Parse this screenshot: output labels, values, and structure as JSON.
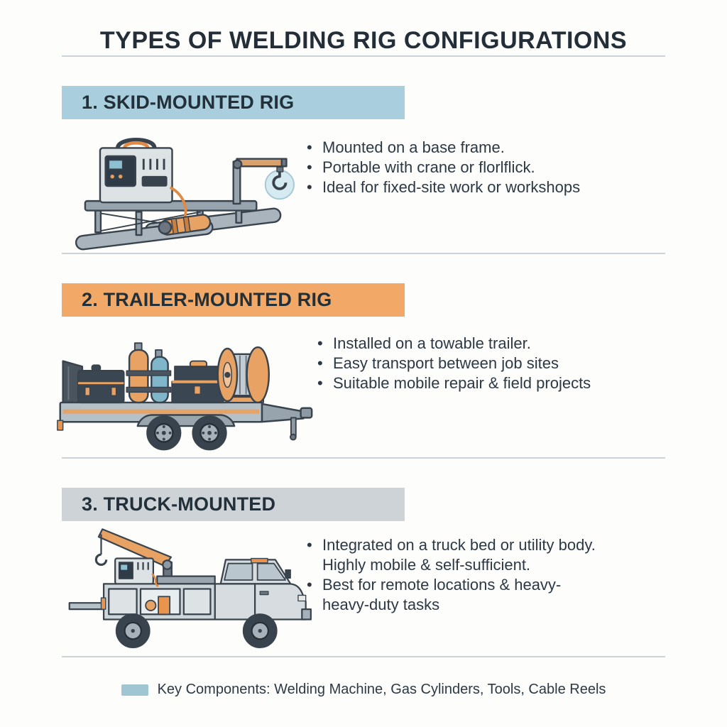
{
  "title": "TYPES OF WELDING RIG CONFIGURATIONS",
  "bullet_glyph": "•",
  "sections": [
    {
      "heading": "1. SKID-MOUNTED RIG",
      "illustration": "skid-mounted-rig",
      "accent_color": "#a9cedd",
      "bullets": [
        {
          "lines": [
            "Mounted on a base frame."
          ]
        },
        {
          "lines": [
            "Portable with crane or florlflick."
          ]
        },
        {
          "lines": [
            "Ideal for fixed-site work or workshops"
          ]
        }
      ]
    },
    {
      "heading": "2. TRAILER-MOUNTED RIG",
      "illustration": "trailer-mounted-rig",
      "accent_color": "#f2a968",
      "bullets": [
        {
          "lines": [
            "Installed on a towable trailer."
          ]
        },
        {
          "lines": [
            "Easy transport between job sites"
          ]
        },
        {
          "lines": [
            "Suitable mobile repair & field projects"
          ]
        }
      ]
    },
    {
      "heading": "3. TRUCK-MOUNTED",
      "illustration": "truck-mounted-rig",
      "accent_color": "#cdd3d7",
      "bullets": [
        {
          "lines": [
            "Integrated on a truck bed or utility body.",
            "Highly mobile & self-sufficient."
          ]
        },
        {
          "lines": [
            "Best for remote locations & heavy-",
            "heavy-duty tasks"
          ]
        }
      ]
    }
  ],
  "footer": {
    "swatch_color": "#9fc6d2",
    "label": "Key Components: Welding Machine, Gas Cylinders, Tools, Cable Reels"
  },
  "colors": {
    "background": "#fdfdfb",
    "heading_text": "#22303a",
    "body_text": "#2c3945",
    "divider": "#cbd3d7",
    "illustration_orange": "#e8a263",
    "illustration_teal": "#7fb6c9",
    "illustration_gray": "#cfd6da",
    "outline": "#39434d"
  }
}
